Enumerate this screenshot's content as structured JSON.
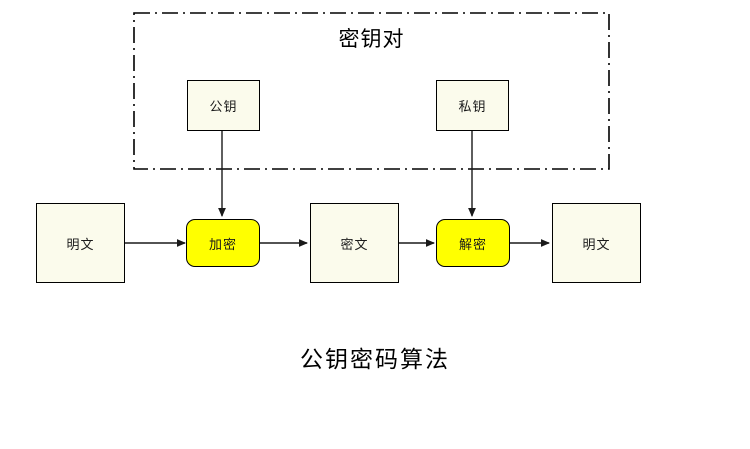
{
  "diagram": {
    "title": "公钥密码算法",
    "background_color": "#ffffff",
    "group": {
      "label": "密钥对",
      "border_style": "dash-dot",
      "border_color": "#000000"
    },
    "nodes": [
      {
        "id": "public-key",
        "label": "公钥",
        "kind": "key",
        "fill": "#fbfbec",
        "stroke": "#000000"
      },
      {
        "id": "private-key",
        "label": "私钥",
        "kind": "key",
        "fill": "#fbfbec",
        "stroke": "#000000"
      },
      {
        "id": "plaintext-in",
        "label": "明文",
        "kind": "data",
        "fill": "#fbfbec",
        "stroke": "#000000"
      },
      {
        "id": "encrypt",
        "label": "加密",
        "kind": "operation",
        "fill": "#ffff00",
        "stroke": "#000000"
      },
      {
        "id": "ciphertext",
        "label": "密文",
        "kind": "data",
        "fill": "#fbfbec",
        "stroke": "#000000"
      },
      {
        "id": "decrypt",
        "label": "解密",
        "kind": "operation",
        "fill": "#ffff00",
        "stroke": "#000000"
      },
      {
        "id": "plaintext-out",
        "label": "明文",
        "kind": "data",
        "fill": "#fbfbec",
        "stroke": "#000000"
      }
    ],
    "edges": [
      {
        "from": "plaintext-in",
        "to": "encrypt",
        "direction": "right"
      },
      {
        "from": "encrypt",
        "to": "ciphertext",
        "direction": "right"
      },
      {
        "from": "ciphertext",
        "to": "decrypt",
        "direction": "right"
      },
      {
        "from": "decrypt",
        "to": "plaintext-out",
        "direction": "right"
      },
      {
        "from": "public-key",
        "to": "encrypt",
        "direction": "down"
      },
      {
        "from": "private-key",
        "to": "decrypt",
        "direction": "down"
      }
    ],
    "edge_color": "#1a1a1a"
  }
}
